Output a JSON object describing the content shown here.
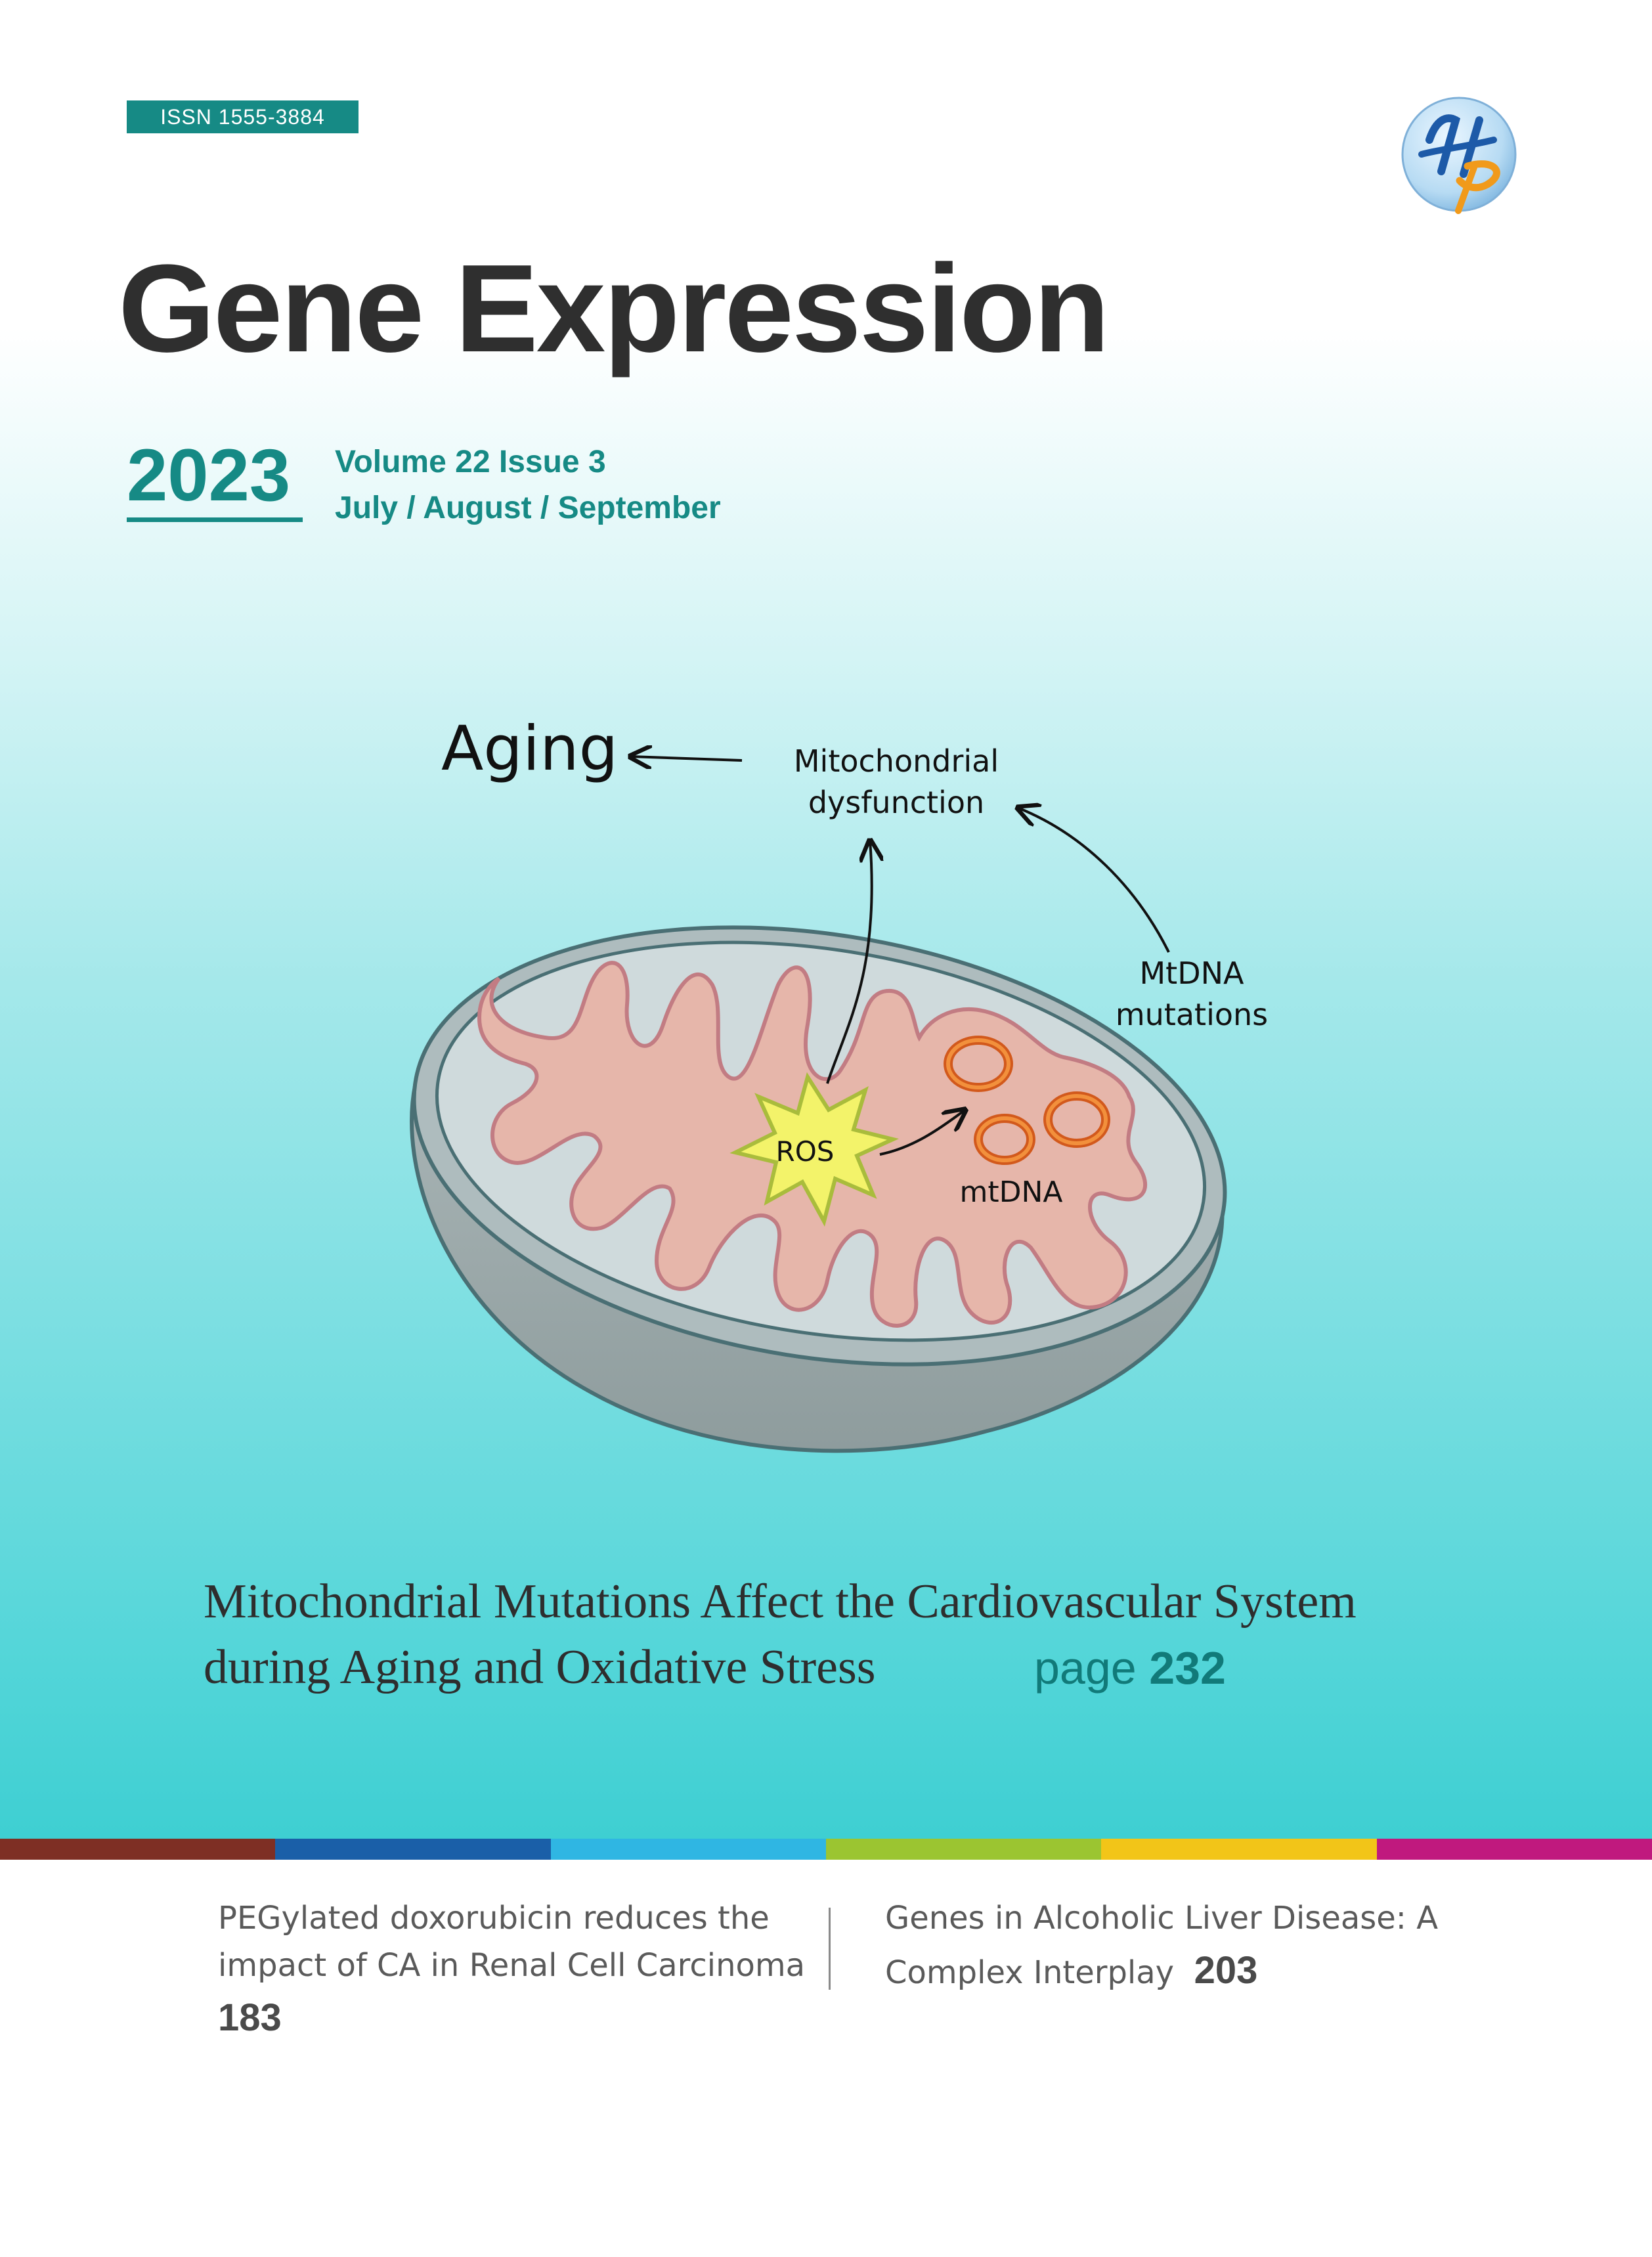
{
  "issn": "ISSN  1555-3884",
  "journal_title": "Gene Expression",
  "year": "2023",
  "volume_issue": "Volume 22 Issue 3",
  "months": "July / August / September",
  "logo_text": "HP",
  "diagram": {
    "aging": "Aging",
    "mito_dysfunction_line1": "Mitochondrial",
    "mito_dysfunction_line2": "dysfunction",
    "mtdna_mut_line1": "MtDNA",
    "mtdna_mut_line2": "mutations",
    "ros": "ROS",
    "mtdna": "mtDNA"
  },
  "feature": {
    "title_line1": "Mitochondrial Mutations Affect the Cardiovascular System",
    "title_line2": "during Aging and Oxidative Stress",
    "page_label": "page",
    "page_number": "232"
  },
  "color_bar": [
    "#7e2f24",
    "#1a5fa8",
    "#2fb6e3",
    "#9bc531",
    "#f2c518",
    "#c0197e"
  ],
  "articles": [
    {
      "line1": "PEGylated doxorubicin reduces the",
      "line2": "impact of CA in Renal Cell Carcinoma",
      "page": "183"
    },
    {
      "line1": "Genes in Alcoholic Liver Disease: A",
      "line2": "Complex Interplay",
      "page": "203"
    }
  ]
}
